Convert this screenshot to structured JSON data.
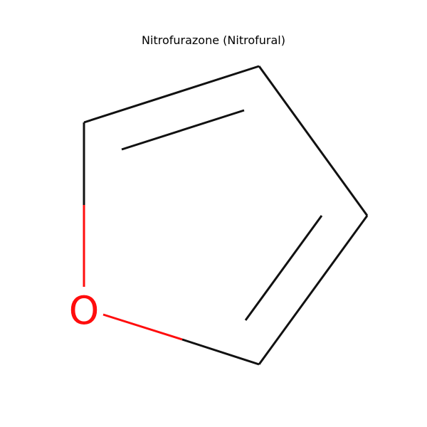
{
  "title": "Nitrofurazone (Nitrofural)",
  "colors": {
    "carbon_bond": "#111111",
    "oxygen": "#ff0d0d",
    "background": "#ffffff"
  },
  "molecule": {
    "ring": "furan",
    "atoms": [
      {
        "id": "O1",
        "element": "O",
        "label": "O"
      },
      {
        "id": "C2",
        "element": "C",
        "label": ""
      },
      {
        "id": "C3",
        "element": "C",
        "label": ""
      },
      {
        "id": "C4",
        "element": "C",
        "label": ""
      },
      {
        "id": "C5",
        "element": "C",
        "label": ""
      }
    ],
    "bonds": [
      {
        "from": "O1",
        "to": "C2",
        "order": 1
      },
      {
        "from": "C2",
        "to": "C3",
        "order": 2
      },
      {
        "from": "C3",
        "to": "C4",
        "order": 1
      },
      {
        "from": "C4",
        "to": "C5",
        "order": 2
      },
      {
        "from": "C5",
        "to": "O1",
        "order": 1
      }
    ]
  }
}
